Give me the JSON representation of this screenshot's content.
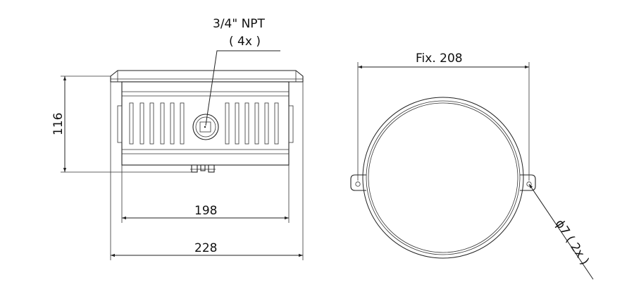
{
  "dimensions": {
    "height_116": "116",
    "width_198": "198",
    "width_228": "228",
    "fix_208": "Fix. 208"
  },
  "callouts": {
    "npt_thread": "3/4\" NPT",
    "npt_qty": "( 4x )",
    "hole_dia": "ϕ7 ( 2x )"
  },
  "icons": {
    "fins": "fin-pattern",
    "port": "square-port-icon",
    "holes": "mounting-hole-icon"
  },
  "colors": {
    "line": "#222222",
    "background": "#ffffff"
  }
}
